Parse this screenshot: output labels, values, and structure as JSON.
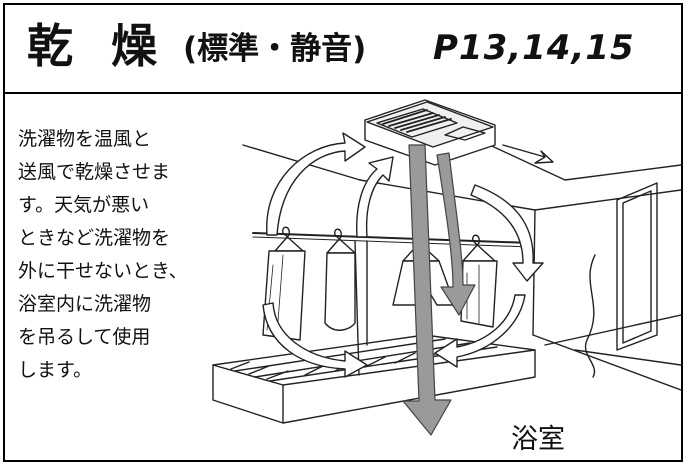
{
  "header": {
    "title_main": "乾燥",
    "title_mode": "(標準・静音)",
    "title_pages": "P13,14,15"
  },
  "description": {
    "lines": [
      "洗濯物を温風と",
      "送風で乾燥させま",
      "す。天気が悪い",
      "ときなど洗濯物を",
      "外に干せないとき、",
      "浴室内に洗濯物",
      "を吊るして使用",
      "します。"
    ]
  },
  "illustration": {
    "room_label": "浴室"
  }
}
